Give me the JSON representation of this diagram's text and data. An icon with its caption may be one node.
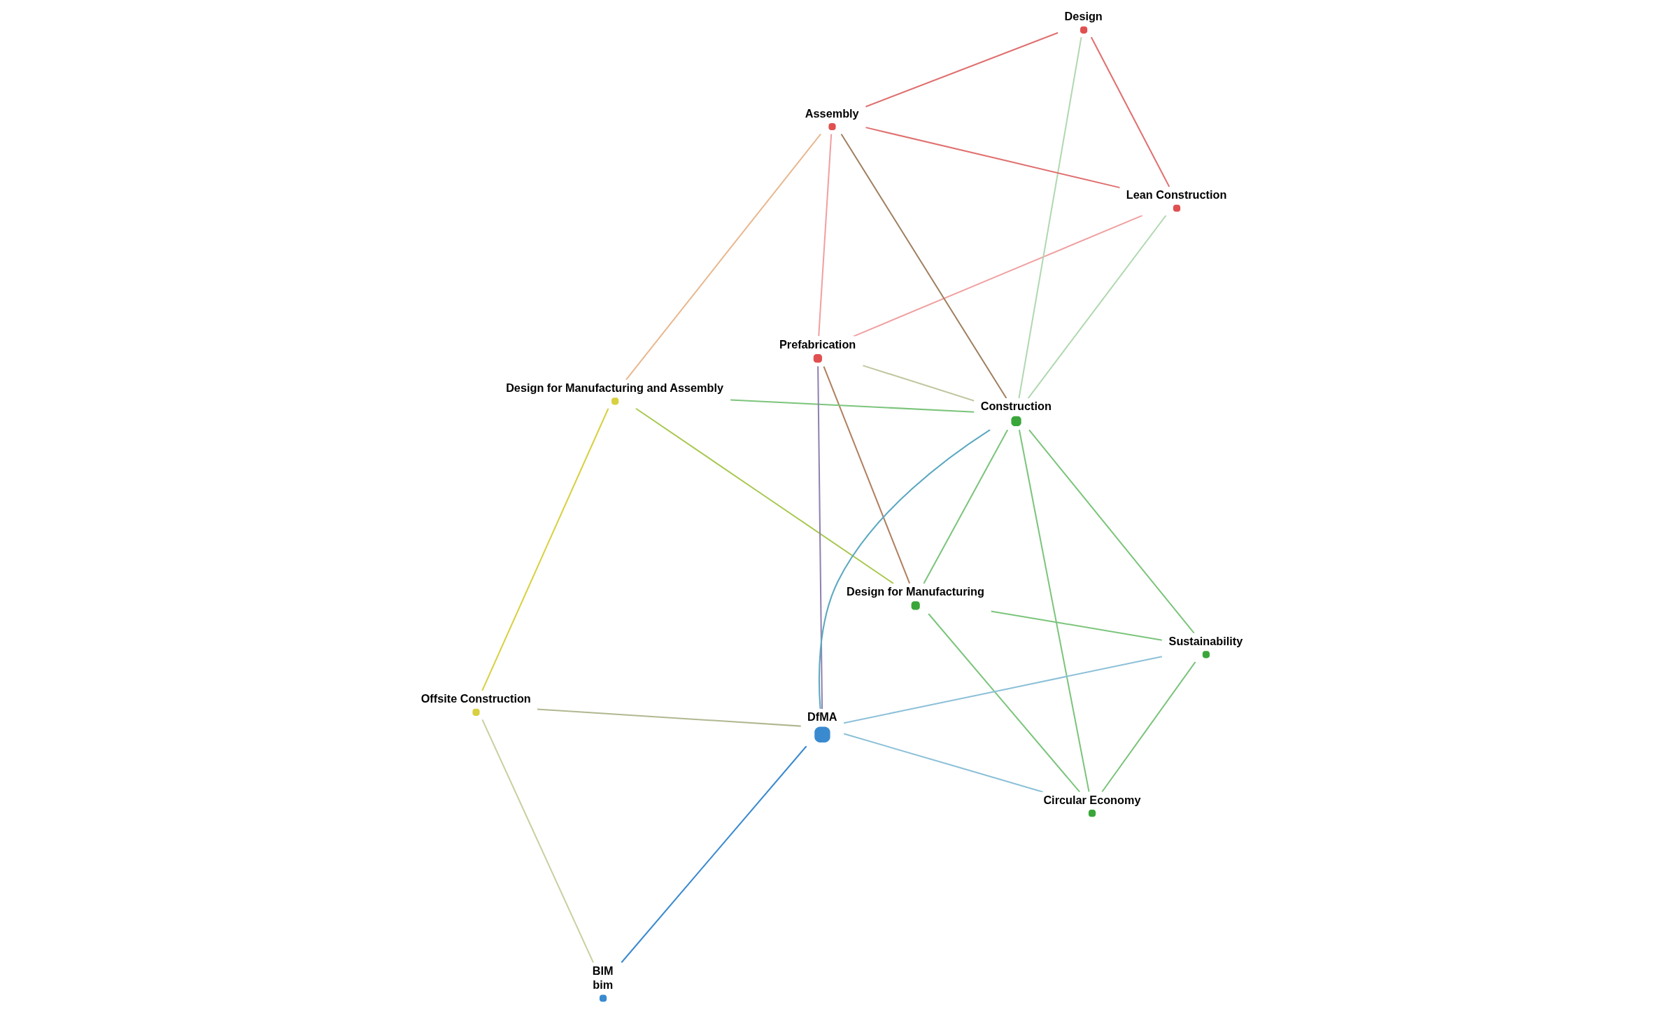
{
  "diagram": {
    "nodes": [
      {
        "text": [
          "Circular Economy"
        ]
      },
      {
        "text": [
          "Sustainability"
        ]
      },
      {
        "text": [
          "Design for Manufacturing"
        ]
      },
      {
        "text": [
          "Prefabrication"
        ]
      },
      {
        "text": [
          "Design"
        ]
      },
      {
        "text": [
          "Construction"
        ]
      },
      {
        "text": [
          "DfMA"
        ]
      },
      {
        "text": [
          "Lean Construction"
        ]
      },
      {
        "text": [
          "Assembly"
        ]
      },
      {
        "text": [
          "BIM",
          "bim"
        ]
      },
      {
        "text": [
          "Offsite Construction"
        ]
      },
      {
        "text": [
          "Design for Manufacturing and Assembly"
        ]
      }
    ],
    "edges": [
      {
        "from": 0,
        "to": 1,
        "arrow": "none",
        "color": "#7cc47c"
      },
      {
        "from": 0,
        "to": 2,
        "arrow": "none",
        "color": "#7cc47c"
      },
      {
        "from": 0,
        "to": 5,
        "arrow": "none",
        "color": "#7cc47c"
      },
      {
        "from": 0,
        "to": 6,
        "arrow": "none",
        "color": "#8cc0d8"
      },
      {
        "from": 1,
        "to": 2,
        "arrow": "none",
        "color": "#7cc47c"
      },
      {
        "from": 1,
        "to": 5,
        "arrow": "none",
        "color": "#7cc47c"
      },
      {
        "from": 1,
        "to": 6,
        "arrow": "none",
        "color": "#8cc0d8"
      },
      {
        "from": 2,
        "to": 3,
        "arrow": "none",
        "color": "#b08060"
      },
      {
        "from": 2,
        "to": 5,
        "arrow": "none",
        "color": "#7cc47c"
      },
      {
        "from": 2,
        "to": 11,
        "arrow": "none",
        "color": "#a8c850"
      },
      {
        "from": 6,
        "to": 3,
        "arrow": "none",
        "color": "#9080b0"
      },
      {
        "from": 6,
        "to": 5,
        "arrow": "none",
        "color": "#5aa8c0"
      },
      {
        "from": 6,
        "to": 9,
        "arrow": "none",
        "color": "#3a8ad0"
      },
      {
        "from": 6,
        "to": 10,
        "arrow": "none",
        "color": "#b0b890"
      },
      {
        "from": 9,
        "to": 10,
        "arrow": "none",
        "color": "#c8d0a0"
      },
      {
        "from": 5,
        "to": 3,
        "arrow": "none",
        "color": "#c0c8a0"
      },
      {
        "from": 5,
        "to": 4,
        "arrow": "none",
        "color": "#b0d8b0"
      },
      {
        "from": 5,
        "to": 7,
        "arrow": "none",
        "color": "#b0d8b0"
      },
      {
        "from": 5,
        "to": 8,
        "arrow": "none",
        "color": "#a08060"
      },
      {
        "from": 5,
        "to": 11,
        "arrow": "none",
        "color": "#7cc47c"
      },
      {
        "from": 3,
        "to": 7,
        "arrow": "none",
        "color": "#f0a0a0"
      },
      {
        "from": 3,
        "to": 8,
        "arrow": "none",
        "color": "#f0a0a0"
      },
      {
        "from": 4,
        "to": 7,
        "arrow": "none",
        "color": "#e07070"
      },
      {
        "from": 4,
        "to": 8,
        "arrow": "none",
        "color": "#e07070"
      },
      {
        "from": 7,
        "to": 8,
        "arrow": "none",
        "color": "#e07070"
      },
      {
        "from": 8,
        "to": 11,
        "arrow": "none",
        "color": "#e8b890"
      },
      {
        "from": 10,
        "to": 11,
        "arrow": "none",
        "color": "#d8d040"
      }
    ]
  }
}
